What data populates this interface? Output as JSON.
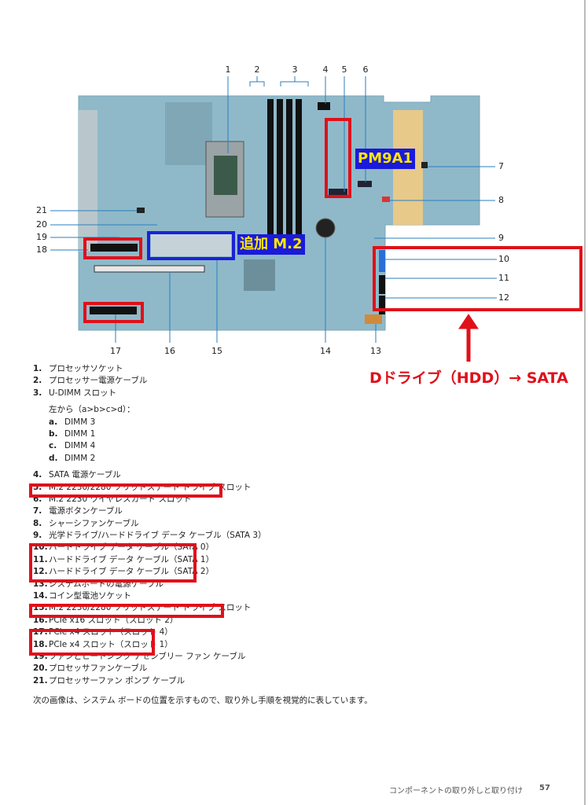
{
  "diagram": {
    "callouts": [
      "1",
      "2",
      "3",
      "4",
      "5",
      "6",
      "7",
      "8",
      "9",
      "10",
      "11",
      "12",
      "13",
      "14",
      "15",
      "16",
      "17",
      "18",
      "19",
      "20",
      "21"
    ],
    "annotations": {
      "pm9a1": "PM9A1",
      "extra_m2": "追加 M.2",
      "hdd_note": "Dドライブ（HDD）→ SATA"
    },
    "colors": {
      "highlight_red": "#e0101a",
      "highlight_blue": "#1a1adc",
      "label_yellow": "#ffe600",
      "board": "#8fb9c9"
    }
  },
  "list": [
    {
      "n": "1.",
      "t": "プロセッサソケット"
    },
    {
      "n": "2.",
      "t": "プロセッサー電源ケーブル"
    },
    {
      "n": "3.",
      "t": "U-DIMM スロット"
    },
    {
      "n": "4.",
      "t": "SATA 電源ケーブル"
    },
    {
      "n": "5.",
      "t": "M.2 2230/2280 ソリッドステート ドライブ スロット"
    },
    {
      "n": "6.",
      "t": "M.2 2230 ワイヤレスカード スロット"
    },
    {
      "n": "7.",
      "t": "電源ボタンケーブル"
    },
    {
      "n": "8.",
      "t": "シャーシファンケーブル"
    },
    {
      "n": "9.",
      "t": "光学ドライブ/ハードドライブ データ ケーブル（SATA 3）"
    },
    {
      "n": "10.",
      "t": "ハードドライブ データ ケーブル（SATA 0）"
    },
    {
      "n": "11.",
      "t": "ハードドライブ データ ケーブル（SATA 1）"
    },
    {
      "n": "12.",
      "t": "ハードドライブ データ ケーブル（SATA 2）"
    },
    {
      "n": "13.",
      "t": "システムボードの電源ケーブル"
    },
    {
      "n": "14.",
      "t": "コイン型電池ソケット"
    },
    {
      "n": "15.",
      "t": "M.2 2230/2280 ソリッドステート ドライブ スロット"
    },
    {
      "n": "16.",
      "t": "PCIe x16 スロット（スロット 2）"
    },
    {
      "n": "17.",
      "t": "PCIe x4 スロット（スロット 4）"
    },
    {
      "n": "18.",
      "t": "PCIe x4 スロット（スロット 1）"
    },
    {
      "n": "19.",
      "t": "ファンとヒートシンク アセンブリー ファン ケーブル"
    },
    {
      "n": "20.",
      "t": "プロセッサファンケーブル"
    },
    {
      "n": "21.",
      "t": "プロセッサーファン ポンプ ケーブル"
    }
  ],
  "dimm": {
    "intro": "左から（a>b>c>d）：",
    "items": [
      {
        "n": "a.",
        "t": "DIMM 3"
      },
      {
        "n": "b.",
        "t": "DIMM 1"
      },
      {
        "n": "c.",
        "t": "DIMM 4"
      },
      {
        "n": "d.",
        "t": "DIMM 2"
      }
    ]
  },
  "caption": "次の画像は、システム ボードの位置を示すもので、取り外し手順を視覚的に表しています。",
  "footer": {
    "section": "コンポーネントの取り外しと取り付け",
    "page": "57"
  }
}
